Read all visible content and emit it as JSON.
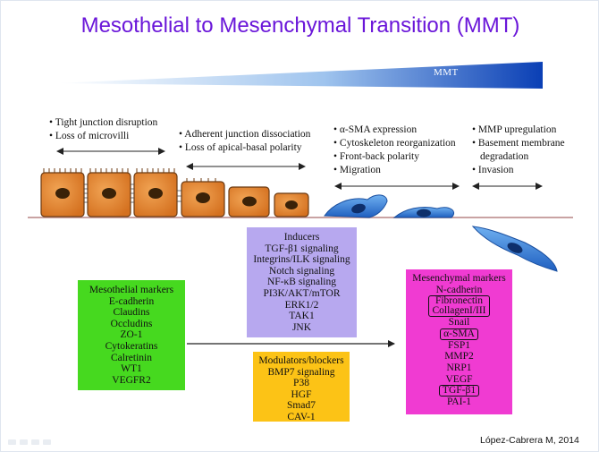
{
  "title": "Mesothelial to Mesenchymal Transition (MMT)",
  "gradient": {
    "label": "MMT",
    "color_start": "#ffffff",
    "color_end": "#0a3fb5"
  },
  "stages": [
    {
      "items": [
        "• Tight junction disruption",
        "• Loss of microvilli"
      ]
    },
    {
      "items": [
        "• Adherent junction dissociation",
        "• Loss of apical-basal polarity"
      ]
    },
    {
      "items": [
        "• α-SMA expression",
        "• Cytoskeleton reorganization",
        "• Front-back polarity",
        "• Migration"
      ]
    },
    {
      "items": [
        "• MMP upregulation",
        "• Basement membrane",
        "  degradation",
        "• Invasion"
      ]
    }
  ],
  "boxes": {
    "inducers": {
      "color": "#b7a8ef",
      "lines": [
        "Inducers",
        "TGF-β1 signaling",
        "Integrins/ILK signaling",
        "Notch signaling",
        "NF-κB signaling",
        "PI3K/AKT/mTOR",
        "ERK1/2",
        "TAK1",
        "JNK"
      ]
    },
    "mesothelial": {
      "color": "#46d91f",
      "lines": [
        "Mesothelial markers",
        "E-cadherin",
        "Claudins",
        "Occludins",
        "ZO-1",
        "Cytokeratins",
        "Calretinin",
        "WT1",
        "VEGFR2"
      ]
    },
    "modulators": {
      "color": "#fcc316",
      "lines": [
        "Modulators/blockers",
        "BMP7 signaling",
        "P38",
        "HGF",
        "Smad7",
        "CAV-1"
      ]
    },
    "mesenchymal": {
      "color": "#f03bd2",
      "lines": [
        "Mesenchymal markers",
        "N-cadherin",
        "Fibronectin",
        "CollagenI/III",
        "Snail",
        "α-SMA",
        "FSP1",
        "MMP2",
        "NRP1",
        "VEGF",
        "TGF-β1",
        "PAI-1"
      ]
    }
  },
  "colors": {
    "title": "#6a16d9",
    "cell_fill": "#e0812b",
    "cell_border": "#6b3a12",
    "nucleus": "#3a2208",
    "mesenchymal_cell": "#2f7fd8",
    "membrane": "#c9a3a3"
  },
  "credit": "López-Cabrera M, 2014"
}
